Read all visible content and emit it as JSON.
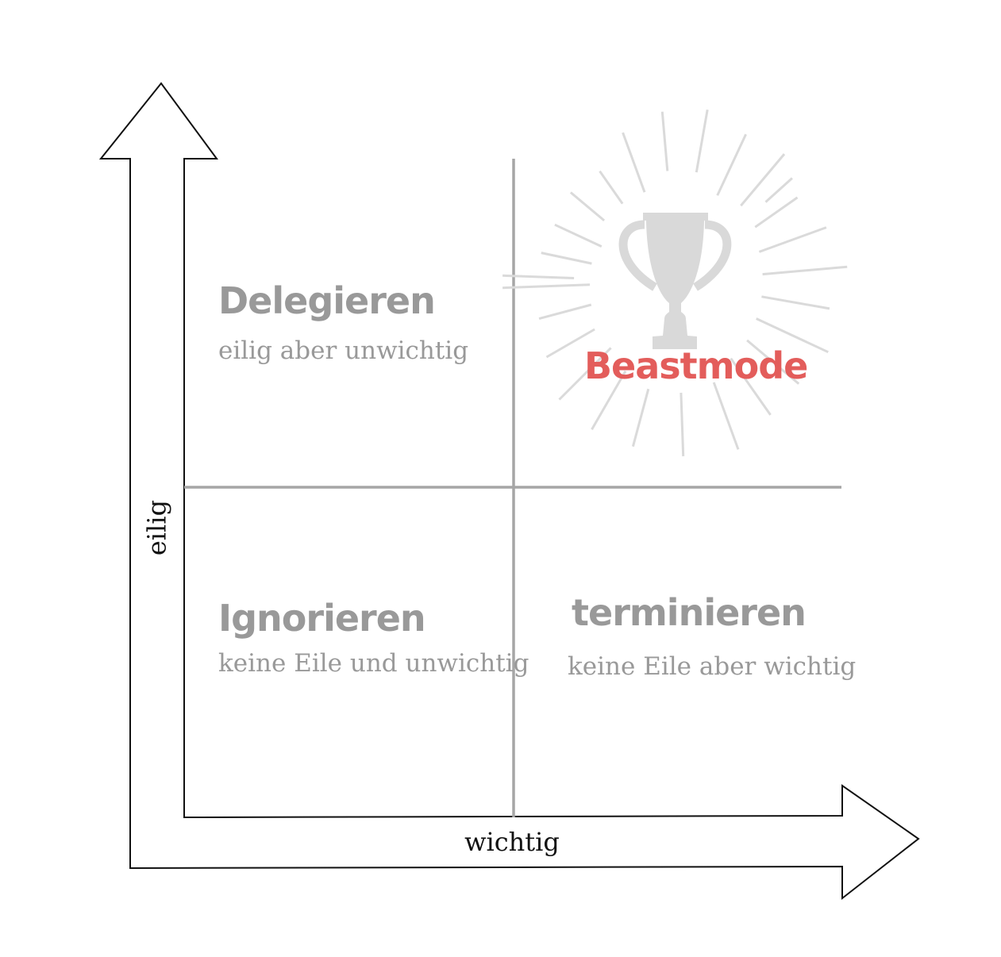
{
  "axes": {
    "y_label": "eilig",
    "x_label": "wichtig"
  },
  "quadrants": {
    "top_left": {
      "title": "Delegieren",
      "subtitle": "eilig aber unwichtig"
    },
    "top_right": {
      "title": "Beastmode",
      "icon": "trophy-icon"
    },
    "bottom_left": {
      "title": "Ignorieren",
      "subtitle": "keine Eile und unwichtig"
    },
    "bottom_right": {
      "title": "terminieren",
      "subtitle": "keine Eile aber wichtig"
    }
  },
  "colors": {
    "accent": "#e35d5b",
    "quadrant_text": "#999999",
    "grid": "#a6a6a6",
    "trophy": "#d9d9d9",
    "axis": "#111111"
  }
}
